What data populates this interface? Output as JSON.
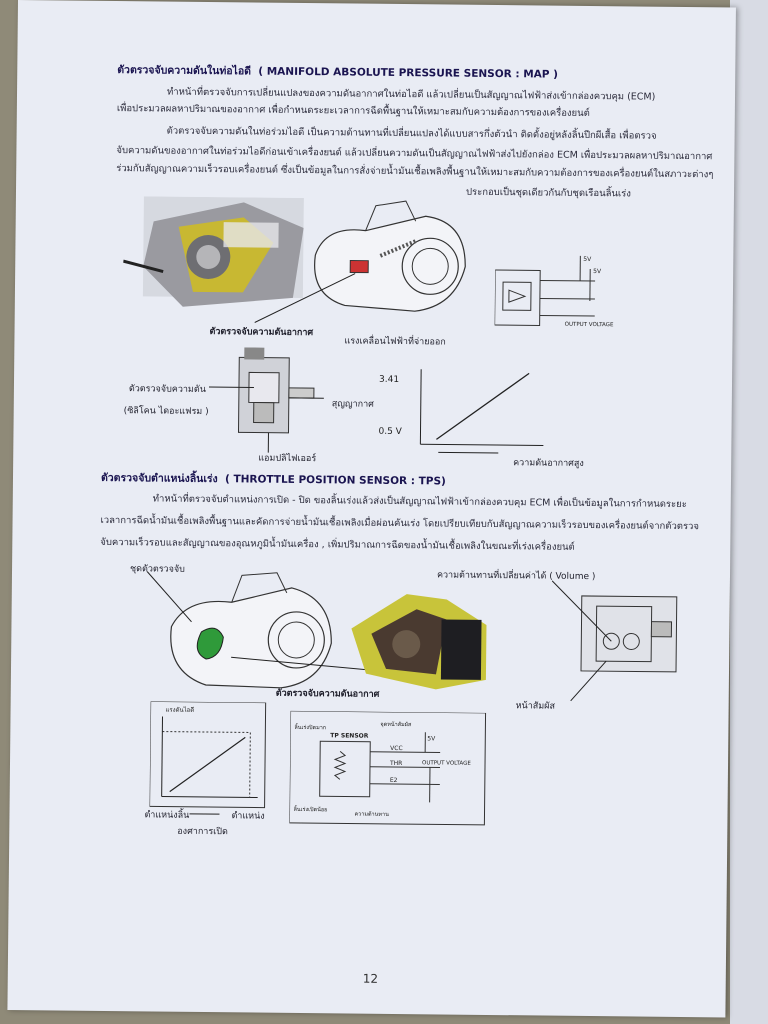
{
  "section1": {
    "title_thai": "ตัวตรวจจับความดันในท่อไอดี",
    "title_en": "( MANIFOLD ABSOLUTE PRESSURE SENSOR : MAP )",
    "paragraph": [
      "ทำหน้าที่ตรวจจับการเปลี่ยนแปลงของความดันอากาศในท่อไอดี แล้วเปลี่ยนเป็นสัญญาณไฟฟ้าส่งเข้ากล่องควบคุม (ECM)",
      "เพื่อประมวลผลหาปริมาณของอากาศ เพื่อกำหนดระยะเวลาการฉีดพื้นฐานให้เหมาะสมกับความต้องการของเครื่องยนต์",
      "ตัวตรวจจับความดันในท่อร่วมไอดี เป็นความต้านทานที่เปลี่ยนแปลงได้แบบสารกึ่งตัวนำ ติดตั้งอยู่หลังลิ้นปีกผีเสื้อ เพื่อตรวจ",
      "จับความดันของอากาศในท่อร่วมไอดีก่อนเข้าเครื่องยนต์ แล้วเปลี่ยนความดันเป็นสัญญาณไฟฟ้าส่งไปยังกล่อง ECM เพื่อประมวลผลหาปริมาณอากาศ",
      "ร่วมกับสัญญาณความเร็วรอบเครื่องยนต์ ซึ่งเป็นข้อมูลในการสั่งจ่ายน้ำมันเชื้อเพลิงพื้นฐานให้เหมาะสมกับความต้องการของเครื่องยนต์ในสภาวะต่างๆ",
      "ประกอบเป็นชุดเดียวกันกับชุดเรือนลิ้นเร่ง"
    ],
    "labels": {
      "pressure_sensor_caption": "ตัวตรวจจับความดันอากาศ",
      "vacuum_hose": "แรงเคลื่อนไฟฟ้าที่จ่ายออก",
      "pressure_sensor_left": "ตัวตรวจจับความดัน",
      "silicon_diaphragm": "(ซิลิโคน ไดอะแฟรม )",
      "vacuum_chamber": "สุญญากาศ",
      "amplifier": "แอมปลิไฟเออร์",
      "v_high": "3.41",
      "v_low": "0.5 V",
      "x_axis": "ความดันอากาศสูง"
    },
    "circuit": {
      "v5_top": "5V",
      "v5_mid": "5V",
      "output": "OUTPUT VOLTAGE"
    }
  },
  "section2": {
    "title_thai": "ตัวตรวจจับตำแหน่งลิ้นเร่ง",
    "title_en": "( THROTTLE POSITION SENSOR : TPS)",
    "paragraph": [
      "ทำหน้าที่ตรวจจับตำแหน่งการเปิด - ปิด ของลิ้นเร่งแล้วส่งเป็นสัญญาณไฟฟ้าเข้ากล่องควบคุม ECM เพื่อเป็นข้อมูลในการกำหนดระยะ",
      "เวลาการฉีดน้ำมันเชื้อเพลิงพื้นฐานและคัดการจ่ายน้ำมันเชื้อเพลิงเมื่อผ่อนคันเร่ง โดยเปรียบเทียบกับสัญญาณความเร็วรอบของเครื่องยนต์จากตัวตรวจ",
      "จับความเร็วรอบและสัญญาณของอุณหภูมิน้ำมันเครื่อง , เพิ่มปริมาณการฉีดของน้ำมันเชื้อเพลิงในขณะที่เร่งเครื่องยนต์"
    ],
    "labels": {
      "sensor_set": "ชุดตัวตรวจจับ",
      "variable_resistor": "ความต้านทานที่เปลี่ยนค่าได้ ( Volume )",
      "pressure_sensor_caption": "ตัวตรวจจับความดันอากาศ",
      "contact_surface": "หน้าสัมผัส",
      "graph_y": "แรงดันไอดี",
      "graph_x1": "ตำแหน่งลิ้น",
      "graph_x2": "ตำแหน่ง",
      "graph_x3": "องศาการเปิด"
    },
    "circuit": {
      "throttle_close": "ลิ้นเร่งปิดมาก",
      "tp_sensor": "TP SENSOR",
      "contact_point": "จุดหน้าสัมผัส",
      "v5": "5V",
      "vcc": "VCC",
      "thr": "THR",
      "e2": "E2",
      "output": "OUTPUT VOLTAGE",
      "throttle_open": "ลิ้นเร่งเปิดน้อย",
      "resistance": "ความต้านทาน"
    }
  },
  "page_number": "12"
}
